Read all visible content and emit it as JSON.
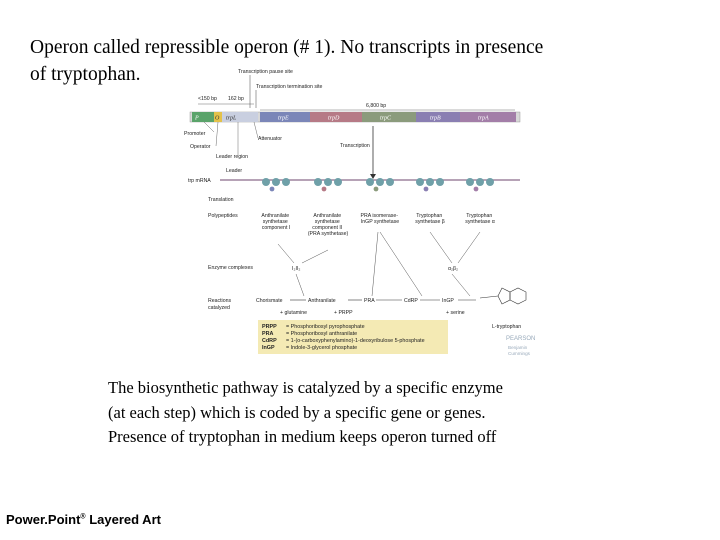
{
  "slide": {
    "title_lines": [
      "Operon called repressible operon (# 1).  No transcripts in presence",
      "of tryptophan."
    ],
    "caption_lines": [
      "The biosynthetic pathway is catalyzed by a specific enzyme",
      "(at each step) which is coded by a specific gene or genes.",
      "Presence of tryptophan in medium keeps operon turned off"
    ],
    "footer": "Power.Point",
    "footer_sup": "®",
    "footer_rest": " Layered Art"
  },
  "figure": {
    "top_labels": {
      "pause_site": "Transcription pause site",
      "termination_site": "Transcription termination site",
      "bp150": "<150 bp",
      "bp162": "162 bp",
      "bp6800": "6,800 bp"
    },
    "genes": {
      "ptrp": "P",
      "o": "O",
      "trpL": "trpL",
      "trpE": "trpE",
      "trpD": "trpD",
      "trpC": "trpC",
      "trpB": "trpB",
      "trpA": "trpA"
    },
    "left_labels": {
      "promoter": "Promoter",
      "operator": "Operator",
      "leader_region": "Leader region",
      "trp_mrna": "trp mRNA",
      "translation": "Translation",
      "polypeptides": "Polypeptides",
      "enzyme_complexes": "Enzyme complexes",
      "reactions": "Reactions",
      "catalyzed": "catalyzed"
    },
    "mid_labels": {
      "attenuator": "Attenuator",
      "transcription": "Transcription",
      "leader": "Leader"
    },
    "polypeptides": [
      [
        "Anthranilate",
        "synthetase",
        "component I"
      ],
      [
        "Anthranilate",
        "synthetase",
        "component II",
        "(PRA synthetase)"
      ],
      [
        "PRA isomerase-",
        "InGP synthetase"
      ],
      [
        "Tryptophan",
        "synthetase β"
      ],
      [
        "Tryptophan",
        "synthetase α"
      ]
    ],
    "complexes": {
      "c1": "I₂II₂",
      "c2": "α₂β₂"
    },
    "reactions": {
      "chorismate": "Chorismate",
      "anthranilate": "Anthranilate",
      "pra": "PRA",
      "cdrp": "CdRP",
      "ingp": "InGP",
      "glutamine": "+ glutamine",
      "prpp": "+ PRPP",
      "serine": "+ serine",
      "product": "L-tryptophan"
    },
    "key": [
      {
        "abbr": "PRPP",
        "text": "= Phosphoribosyl pyrophosphate"
      },
      {
        "abbr": "PRA",
        "text": "= Phosphoribosyl anthranilate"
      },
      {
        "abbr": "CdRP",
        "text": "= 1-(o-carboxyphenylamino)-1-deoxyribulose 5-phosphate"
      },
      {
        "abbr": "InGP",
        "text": "= Indole-3-glycerol phosphate"
      }
    ],
    "publisher": [
      "PEARSON",
      "Benjamin",
      "Cummings"
    ],
    "colors": {
      "trpE": "#7b86b8",
      "trpD": "#b67a86",
      "trpC": "#8b9b7c",
      "trpB": "#8a7fb2",
      "trpA": "#a37ea8",
      "promoter": "#5aa36a",
      "operator": "#e4c24a",
      "key_box": "#f4eab4",
      "ribosome": "#6fa0a8"
    }
  }
}
